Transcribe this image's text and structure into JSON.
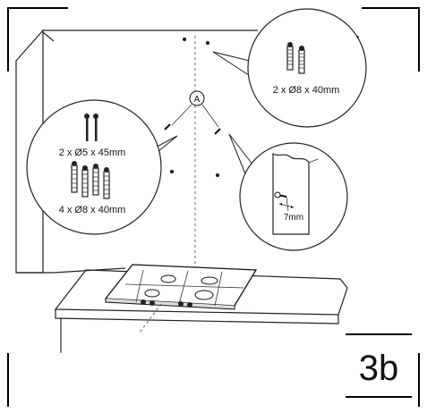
{
  "callouts": {
    "point_marker": "A",
    "top_right_label": "2 x Ø8 x 40mm",
    "left_screws_label": "2 x Ø5 x 45mm",
    "left_plugs_label": "4 x Ø8 x 40mm",
    "clearance_label": "7mm"
  },
  "step": {
    "label": "3b"
  },
  "colors": {
    "ink": "#111111",
    "paper": "#ffffff",
    "shade": "#d8d8d8"
  }
}
